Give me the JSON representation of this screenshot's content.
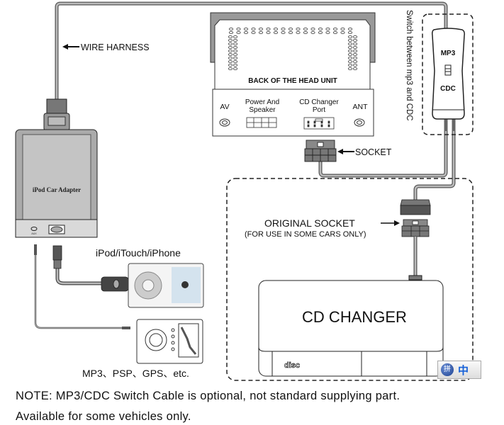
{
  "labels": {
    "wire_harness": "WIRE HARNESS",
    "head_unit": "BACK OF THE HEAD UNIT",
    "av": "AV",
    "power_speaker_1": "Power And",
    "power_speaker_2": "Speaker",
    "cd_port_1": "CD Changer",
    "cd_port_2": "Port",
    "ant": "ANT",
    "socket": "SOCKET",
    "switch_caption": "Switch between mp3 and CDC",
    "switch_mp3": "MP3",
    "switch_cdc": "CDC",
    "adapter": "iPod Car Adapter",
    "aux": "AUX",
    "original_socket": "ORIGINAL SOCKET",
    "original_socket_note": "(FOR USE IN SOME CARS ONLY)",
    "cd_changer": "CD CHANGER",
    "compact_disc": "disc",
    "ipod_label": "iPod/iTouch/iPhone",
    "mp3_label": "MP3、PSP、GPS、etc."
  },
  "note": {
    "line1": "NOTE: MP3/CDC Switch Cable is optional, not standard supplying part.",
    "line2": "Available for some vehicles only."
  },
  "ime": {
    "char": "中",
    "logo": "拼"
  }
}
